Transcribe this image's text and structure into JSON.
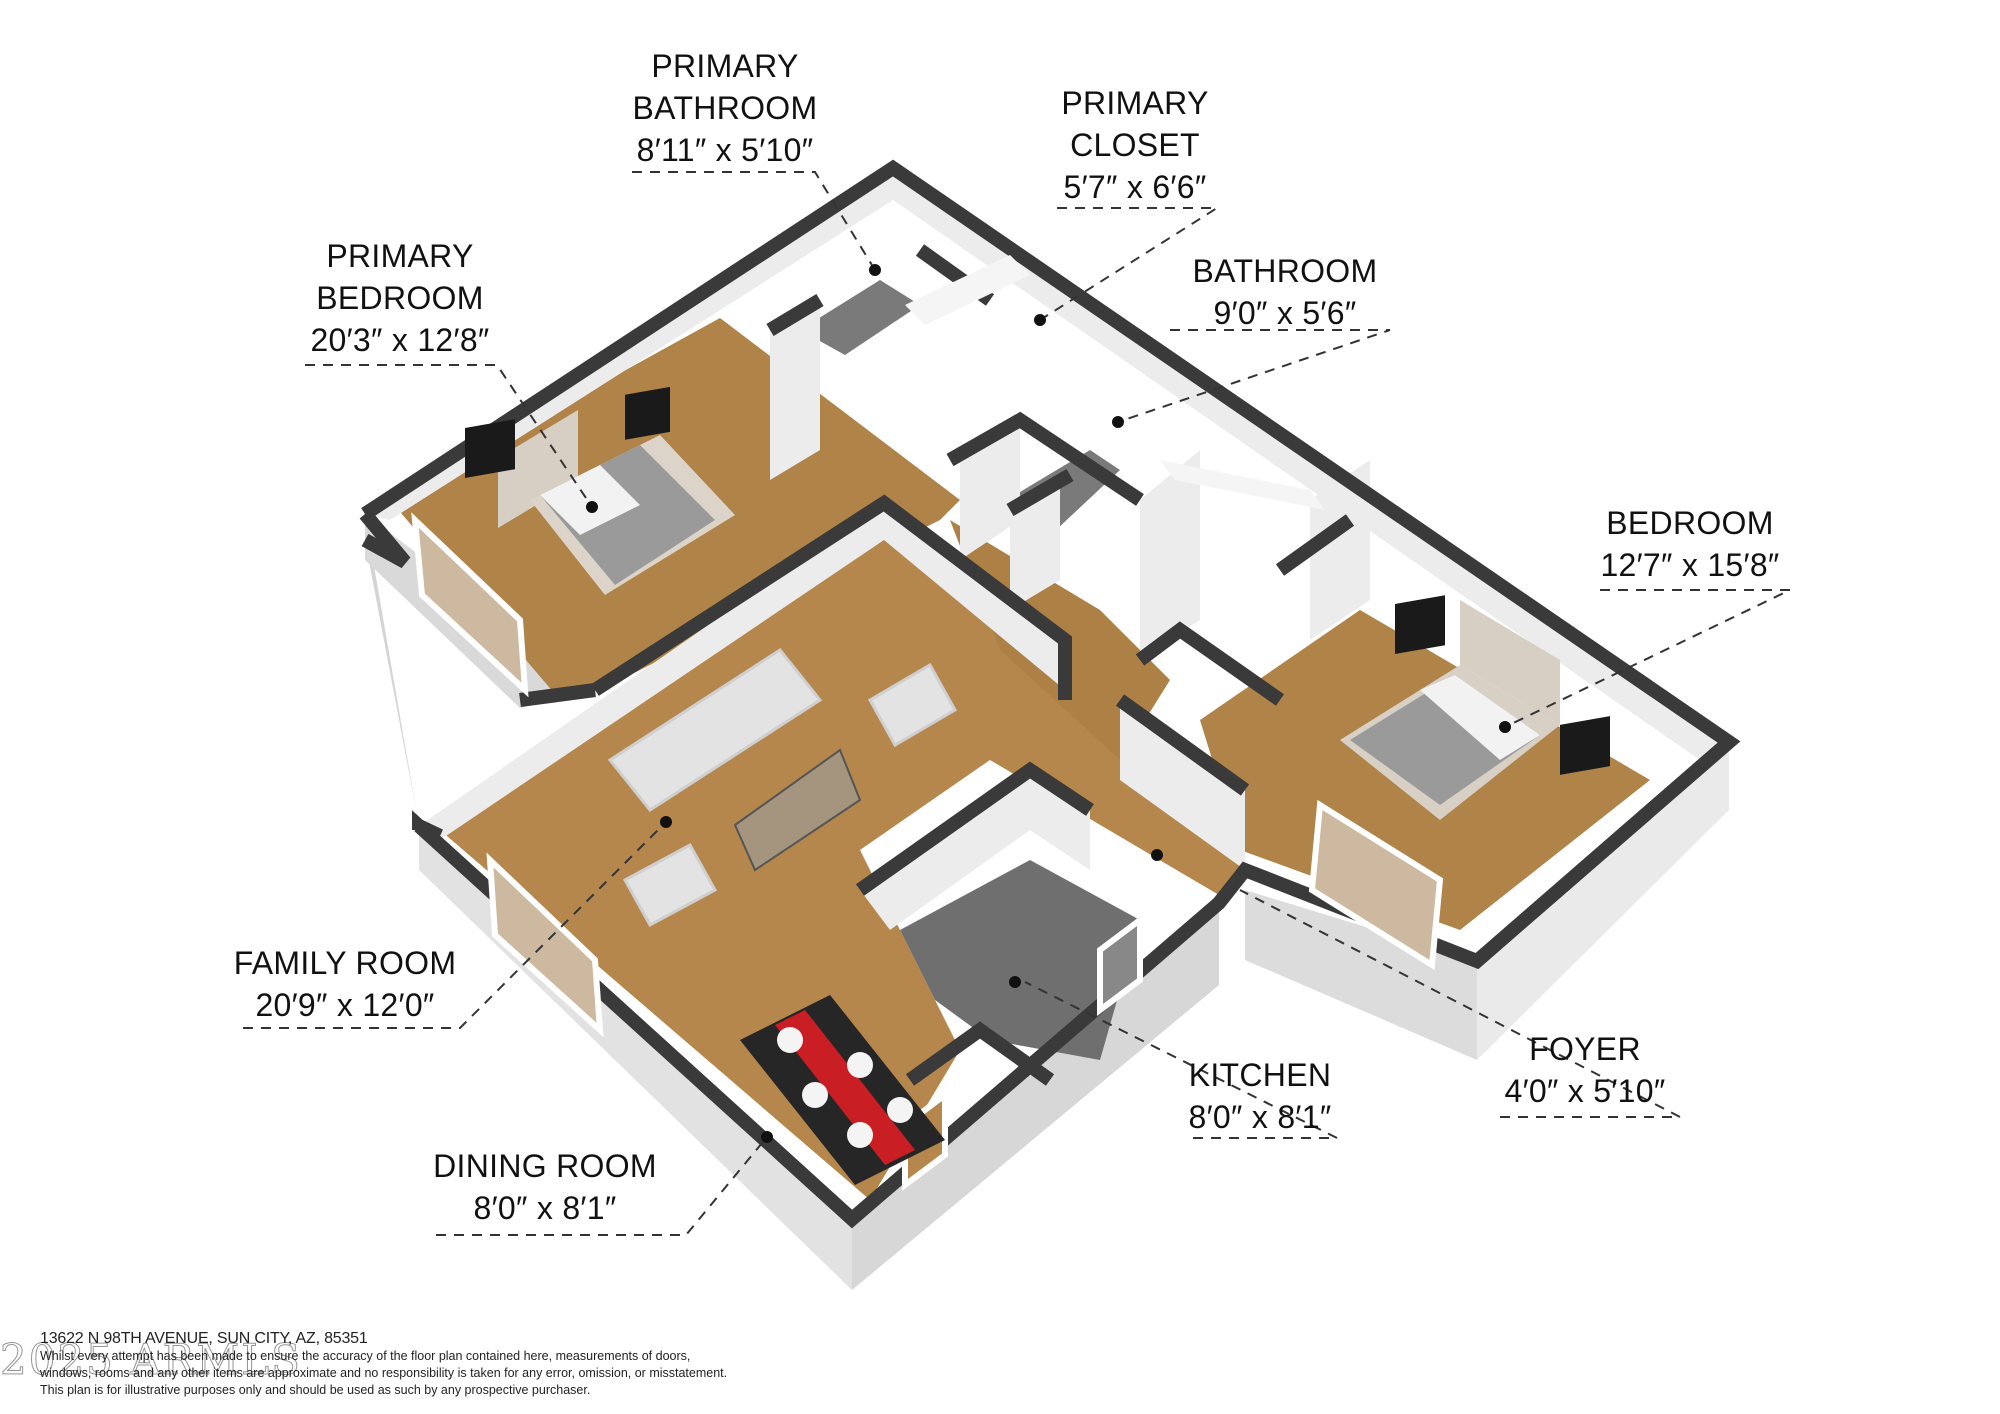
{
  "rooms": {
    "primary_bathroom": {
      "name_line1": "PRIMARY",
      "name_line2": "BATHROOM",
      "dims": "8′11″ x 5′10″"
    },
    "primary_closet": {
      "name_line1": "PRIMARY",
      "name_line2": "CLOSET",
      "dims": "5′7″ x 6′6″"
    },
    "primary_bedroom": {
      "name_line1": "PRIMARY",
      "name_line2": "BEDROOM",
      "dims": "20′3″ x 12′8″"
    },
    "bathroom": {
      "name": "BATHROOM",
      "dims": "9′0″ x 5′6″"
    },
    "bedroom": {
      "name": "BEDROOM",
      "dims": "12′7″ x 15′8″"
    },
    "family_room": {
      "name": "FAMILY ROOM",
      "dims": "20′9″ x 12′0″"
    },
    "kitchen": {
      "name": "KITCHEN",
      "dims": "8′0″ x 8′1″"
    },
    "foyer": {
      "name": "FOYER",
      "dims": "4′0″ x 5′10″"
    },
    "dining_room": {
      "name": "DINING ROOM",
      "dims": "8′0″ x 8′1″"
    }
  },
  "footer": {
    "address": "13622 N 98TH AVENUE, SUN CITY, AZ, 85351",
    "disclaimer_line1": "Whilst every attempt has been made to ensure the accuracy of the floor plan contained here, measurements of doors,",
    "disclaimer_line2": "windows, rooms and any other items are approximate and no responsibility is taken for any error, omission, or misstatement.",
    "disclaimer_line3": "This plan is for illustrative purposes only and should be used as such by any prospective purchaser.",
    "watermark": "2025 ARMLS"
  },
  "colors": {
    "wall_top": "#3a3a3a",
    "wall_face": "#e6e6e6",
    "wall_shadow": "#c9c9c9",
    "wood_floor": "#b08348",
    "tile_floor": "#6e6e6e",
    "table_runner": "#c81e24"
  }
}
